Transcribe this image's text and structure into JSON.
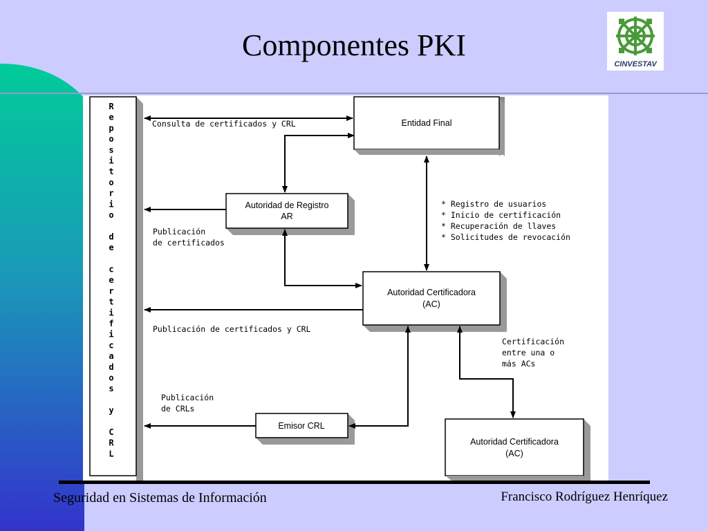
{
  "slide": {
    "title": "Componentes PKI",
    "logo_text": "CINVESTAV",
    "footer_left": "Seguridad en Sistemas de Información",
    "footer_right": "Francisco Rodríguez Henríquez"
  },
  "diagram": {
    "repository_letters": [
      "R",
      "e",
      "p",
      "o",
      "s",
      "i",
      "t",
      "o",
      "r",
      "i",
      "o",
      "",
      "d",
      "e",
      "",
      "c",
      "e",
      "r",
      "t",
      "i",
      "f",
      "i",
      "c",
      "a",
      "d",
      "o",
      "s",
      "",
      "y",
      "",
      "C",
      "R",
      "L"
    ],
    "boxes": {
      "entidad_final": "Entidad Final",
      "ar_line1": "Autoridad de Registro",
      "ar_line2": "AR",
      "ac_line1": "Autoridad Certificadora",
      "ac_line2": "(AC)",
      "emisor_crl": "Emisor CRL",
      "ac2_line1": "Autoridad Certificadora",
      "ac2_line2": "(AC)"
    },
    "labels": {
      "consulta": "Consulta de certificados y CRL",
      "pub_cert_1": "Publicación",
      "pub_cert_2": "de certificados",
      "pub_cert_crl": "Publicación de certificados y CRL",
      "pub_crl_1": "Publicación",
      "pub_crl_2": "de CRLs",
      "bullet_1": "* Registro de usuarios",
      "bullet_2": "* Inicio de certificación",
      "bullet_3": "* Recuperación de llaves",
      "bullet_4": "* Solicitudes de revocación",
      "cross_1": "Certificación",
      "cross_2": "entre una o",
      "cross_3": "más ACs"
    }
  }
}
